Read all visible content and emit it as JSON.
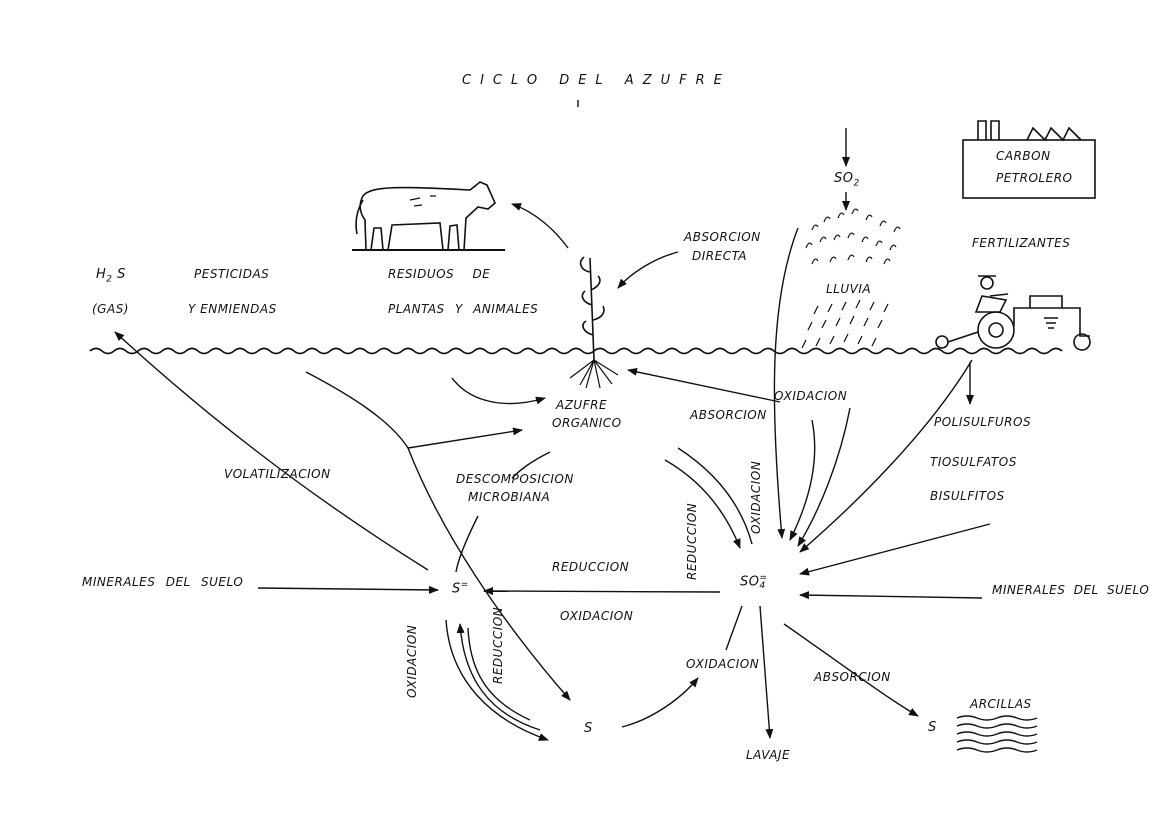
{
  "diagram": {
    "title": "CICLO DEL AZUFRE",
    "sources": {
      "industry": [
        "CARBON",
        "PETROLERO"
      ],
      "so2": "SO",
      "so2_sub": "2",
      "rain": "LLUVIA",
      "fertilizers": "FERTILIZANTES"
    },
    "surface": {
      "h2s": "H",
      "h2s_sub": "2",
      "h2s_s": " S",
      "gas": "(GAS)",
      "pesticides_1": "PESTICIDAS",
      "pesticides_2": "Y ENMIENDAS",
      "residues_1": "RESIDUOS DE",
      "residues_2": "PLANTAS Y ANIMALES",
      "direct_absorption_1": "ABSORCION",
      "direct_absorption_2": "DIRECTA"
    },
    "soil": {
      "organic_sulfur_1": "AZUFRE",
      "organic_sulfur_2": "ORGANICO",
      "absorption": "ABSORCION",
      "oxidation_top": "OXIDACION",
      "polysulfides": "POLISULFUROS",
      "thiosulfates": "TIOSULFATOS",
      "bisulfites": "BISULFITOS",
      "volatilization": "VOLATILIZACION",
      "decomposition_1": "DESCOMPOSICION",
      "decomposition_2": "MICROBIANA",
      "reduction_vert": "REDUCCION",
      "oxidation_vert": "OXIDACION",
      "minerals_left": "MINERALES DEL SUELO",
      "minerals_right": "MINERALES DEL SUELO",
      "sulfide": "S",
      "sulfide_sup": "=",
      "sulfate": "SO",
      "sulfate_sub": "4",
      "sulfate_sup": "=",
      "reduction_mid": "REDUCCION",
      "oxidation_mid": "OXIDACION",
      "oxidation_left_vert": "OXIDACION",
      "reduction_left_vert": "REDUCCION",
      "elemental_s": "S",
      "oxidation_low": "OXIDACION",
      "leaching": "LAVAJE",
      "absorption_low": "ABSORCION",
      "clays": "ARCILLAS",
      "adsorbed_s": "S"
    }
  }
}
